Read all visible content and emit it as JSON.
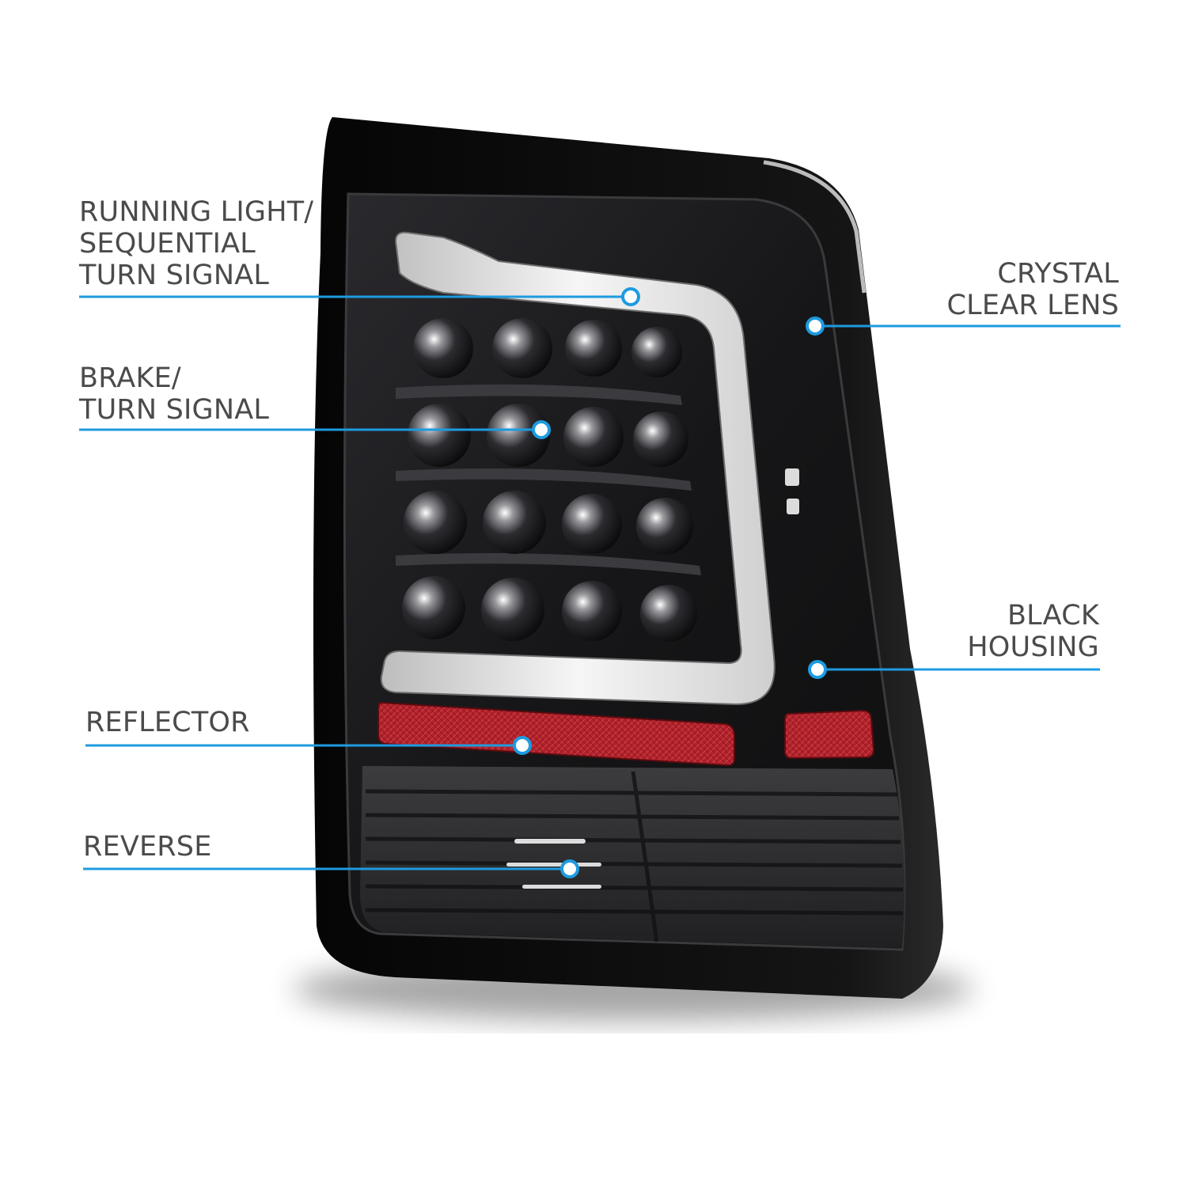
{
  "colors": {
    "accent": "#1d9be0",
    "label_text": "#4b4b4b",
    "housing": "#0c0c0c",
    "lens": "#1a1a1c",
    "reflector": "#b3222b",
    "light_bar": "#e8e8e8"
  },
  "callouts": {
    "running_light": {
      "lines": [
        "RUNNING LIGHT/",
        "SEQUENTIAL",
        "TURN SIGNAL"
      ]
    },
    "brake": {
      "lines": [
        "BRAKE/",
        "TURN SIGNAL"
      ]
    },
    "reflector": {
      "lines": [
        "REFLECTOR"
      ]
    },
    "reverse": {
      "lines": [
        "REVERSE"
      ]
    },
    "crystal_lens": {
      "lines": [
        "CRYSTAL",
        "CLEAR LENS"
      ]
    },
    "black_housing": {
      "lines": [
        "BLACK",
        "HOUSING"
      ]
    }
  }
}
